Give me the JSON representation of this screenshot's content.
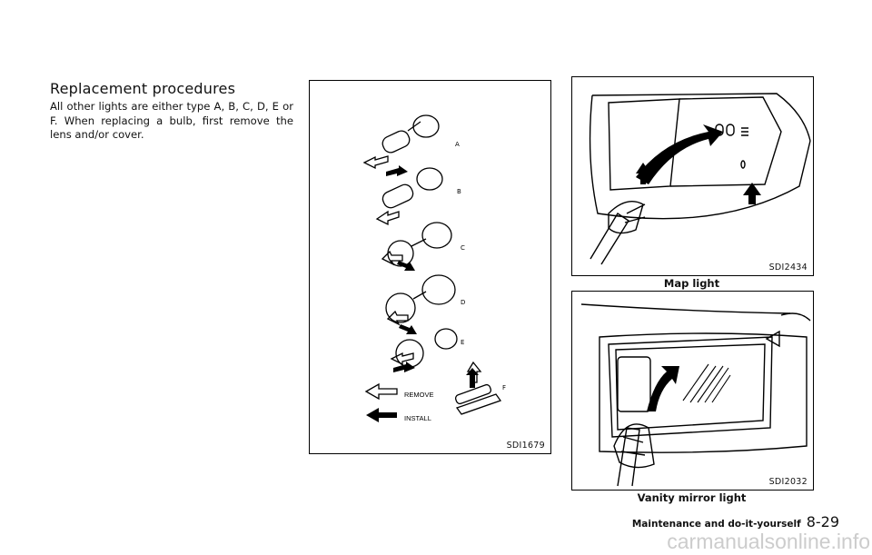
{
  "section": {
    "heading": "Replacement procedures",
    "body": "All other lights are either type A, B, C, D, E or F. When replacing a bulb, first remove the lens and/or cover."
  },
  "figures": {
    "bulbs": {
      "code": "SDI1679",
      "labels": [
        "A",
        "B",
        "C",
        "D",
        "E",
        "F"
      ],
      "legend_remove": "REMOVE",
      "legend_install": "INSTALL"
    },
    "map_light": {
      "code": "SDI2434",
      "caption": "Map light"
    },
    "vanity_mirror": {
      "code": "SDI2032",
      "caption": "Vanity mirror light"
    }
  },
  "footer": {
    "section": "Maintenance and do-it-yourself",
    "page": "8-29"
  },
  "watermark": "carmanualsonline.info"
}
